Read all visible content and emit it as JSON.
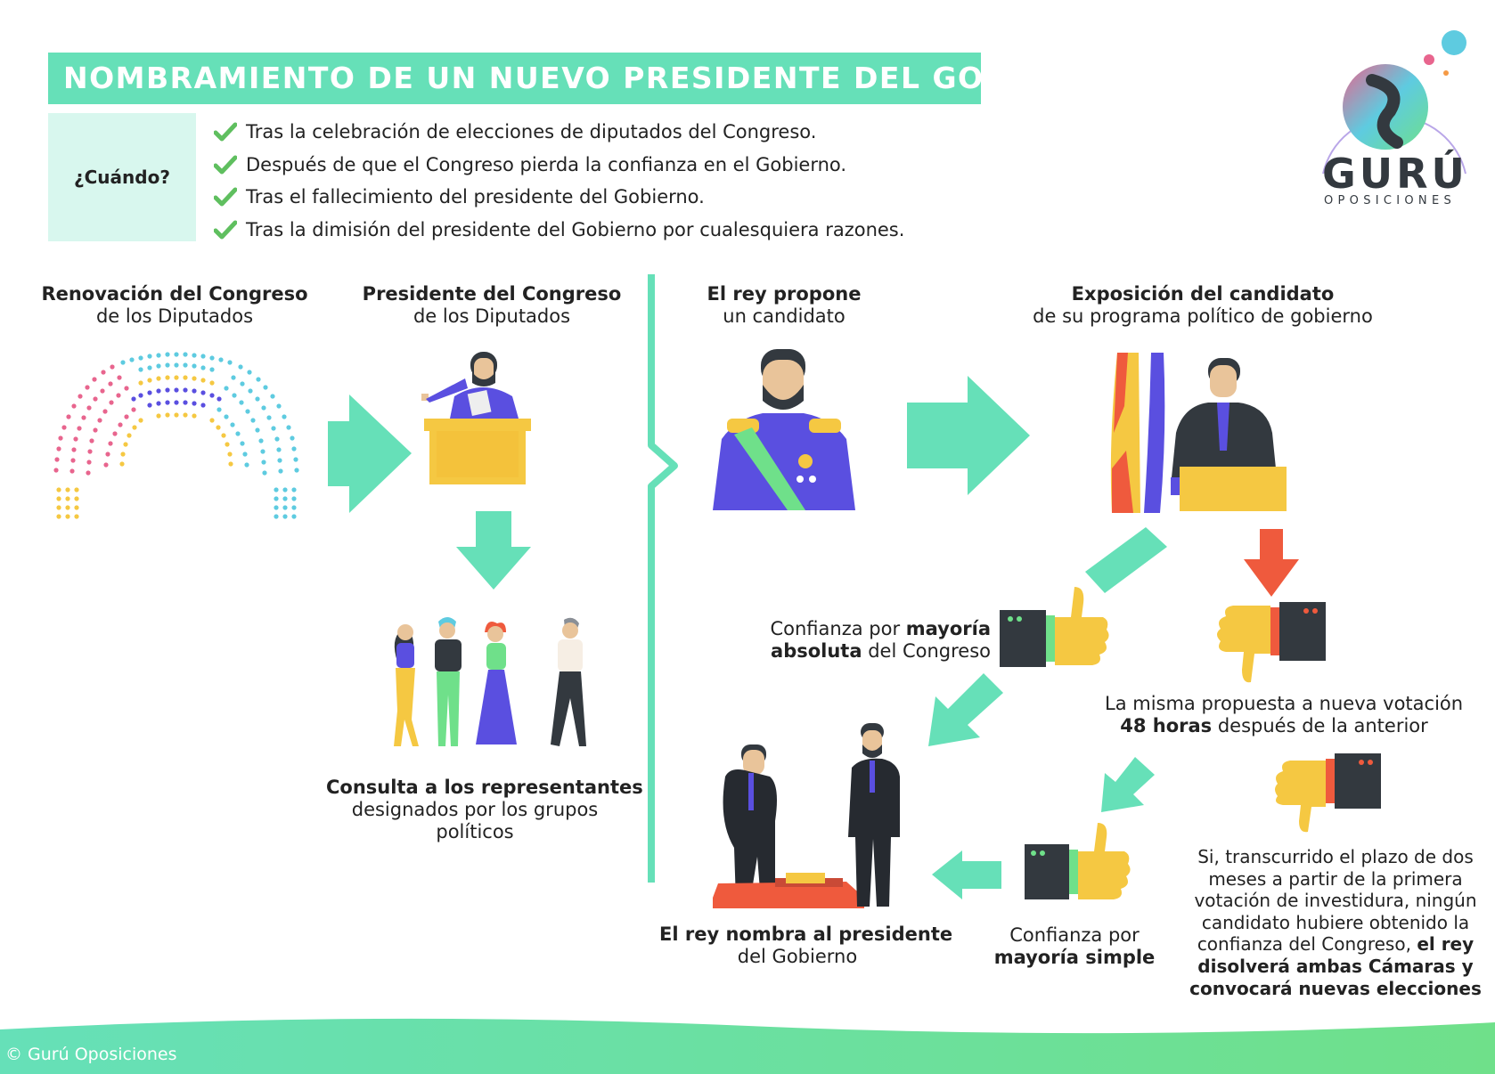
{
  "header": {
    "title": "NOMBRAMIENTO DE UN NUEVO PRESIDENTE DEL GOBIERNO",
    "when_label": "¿Cuándo?",
    "conditions": [
      "Tras la celebración de elecciones de diputados del Congreso.",
      "Después de que el Congreso pierda la confianza en el Gobierno.",
      "Tras el fallecimiento del presidente del Gobierno.",
      "Tras la dimisión del presidente del Gobierno por cualesquiera razones."
    ]
  },
  "logo": {
    "word": "GURÚ",
    "sub": "OPOSICIONES"
  },
  "steps": {
    "renovacion": {
      "bold": "Renovación del Congreso",
      "normal": "de los Diputados"
    },
    "presidente_congreso": {
      "bold": "Presidente del Congreso",
      "normal": "de los Diputados"
    },
    "consulta": {
      "bold": "Consulta a los representantes",
      "line2": "designados por los grupos",
      "line3": "políticos"
    },
    "rey_propone": {
      "bold": "El rey propone",
      "normal": "un candidato"
    },
    "exposicion": {
      "bold": "Exposición del candidato",
      "normal": "de su programa político de gobierno"
    },
    "confianza_absoluta": {
      "line1_normal": "Confianza por ",
      "line1_bold": "mayoría",
      "line2_bold": "absoluta",
      "line2_normal": " del Congreso"
    },
    "nueva_votacion": {
      "line1": "La misma propuesta a nueva votación",
      "line2_bold": "48 horas",
      "line2_normal": " después de la anterior"
    },
    "confianza_simple": {
      "normal": "Confianza por",
      "bold": "mayoría simple"
    },
    "rey_nombra": {
      "bold": "El rey nombra al presidente",
      "normal": "del Gobierno"
    },
    "disolucion": {
      "normal": "Si, transcurrido el plazo de dos meses a partir de la primera votación de investidura, ningún candidato hubiere obtenido la confianza del Congreso, ",
      "bold": "el rey disolverá ambas Cámaras y convocará nuevas elecciones"
    }
  },
  "footer": {
    "copyright": "© Gurú Oposiciones"
  },
  "colors": {
    "accent": "#66e0b8",
    "accent_light": "#d8f7ee",
    "down_arrow": "#ef5a3d",
    "yellow": "#f5c842",
    "purple": "#5a4fe0",
    "pink": "#e8658e",
    "blue_dots": "#5ecbe0",
    "dark": "#33393f"
  },
  "icons": [
    "check-icon",
    "parliament-hemicycle-icon",
    "speaker-podium-icon",
    "group-of-people-icon",
    "king-portrait-icon",
    "candidate-speech-icon",
    "thumbs-up-icon",
    "thumbs-down-icon",
    "oath-ceremony-icon",
    "arrow-right-icon",
    "arrow-down-icon",
    "arrow-diagonal-icon",
    "guru-logo-icon"
  ]
}
